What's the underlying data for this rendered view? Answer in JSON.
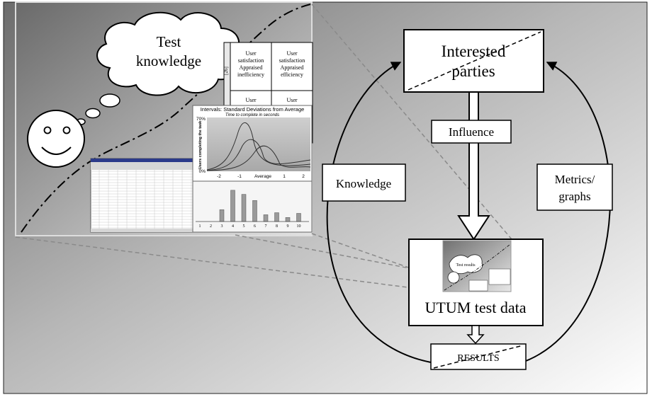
{
  "thought_bubble": {
    "line1": "Test",
    "line2": "knowledge"
  },
  "matrix": {
    "cells": [
      "User satisfaction Appraised inefficiency",
      "User satisfaction Appraised efficiency",
      "User",
      "User"
    ],
    "side_label": "[26]"
  },
  "chart": {
    "title": "Intervals: Standard Deviations from Average",
    "subtitle": "Time to complete in seconds",
    "ylabel": "Users completing the task",
    "y_ticks": [
      "70%",
      "0%"
    ],
    "x_ticks": [
      "-2",
      "-1",
      "Average",
      "1",
      "2"
    ]
  },
  "bar_thumb": {
    "x_ticks": [
      "1",
      "2",
      "3",
      "4",
      "5",
      "6",
      "7",
      "8",
      "9",
      "10"
    ]
  },
  "mini_thumb": {
    "label": "Test results"
  },
  "boxes": {
    "interested_line1": "Interested",
    "interested_line2": "parties",
    "influence": "Influence",
    "knowledge": "Knowledge",
    "metrics_line1": "Metrics/",
    "metrics_line2": "graphs",
    "utum": "UTUM test data",
    "results": "RESULTS"
  },
  "colors": {
    "line": "#000000",
    "box_fill": "#ffffff",
    "dashed": "#8a8a8a"
  }
}
